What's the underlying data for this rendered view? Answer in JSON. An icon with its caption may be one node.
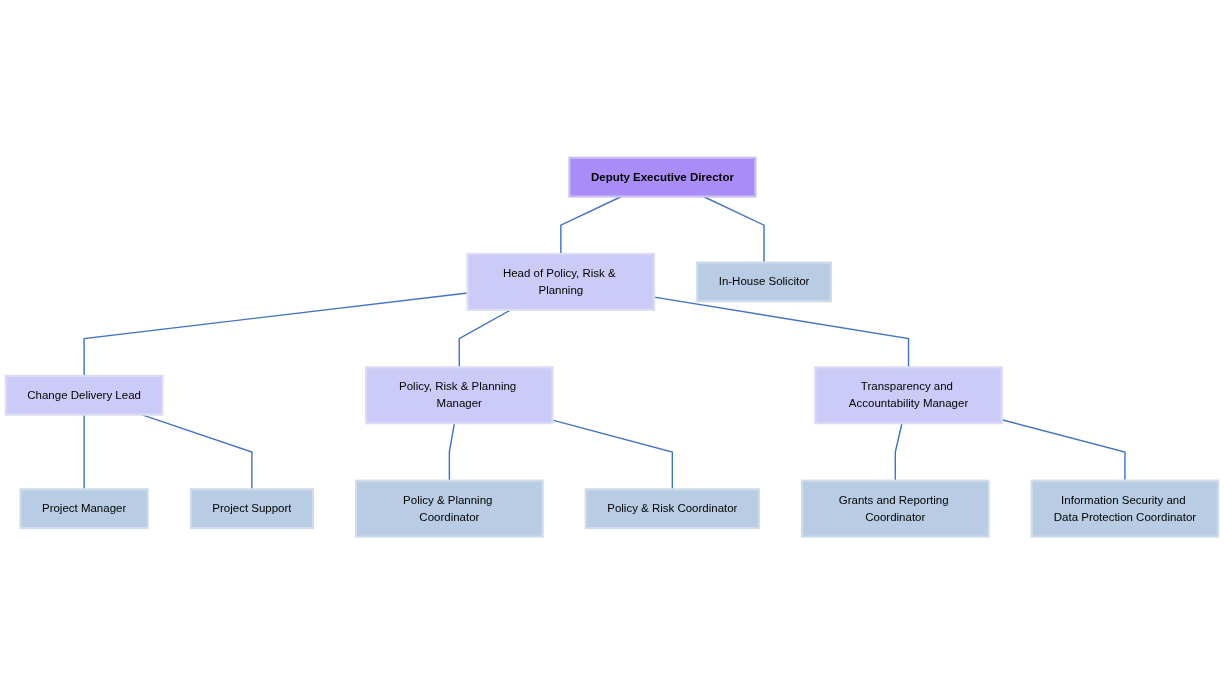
{
  "diagram": {
    "nodes": [
      {
        "text": [
          "Deputy Executive Director"
        ]
      },
      {
        "text": [
          "Head of Policy, Risk & Planning"
        ]
      },
      {
        "text": [
          "In-House Solicitor"
        ]
      },
      {
        "text": [
          "Change Delivery Lead"
        ]
      },
      {
        "text": [
          "Policy, Risk & Planning Manager"
        ]
      },
      {
        "text": [
          "Transparency and Accountability Manager"
        ]
      },
      {
        "text": [
          "Project Manager"
        ]
      },
      {
        "text": [
          "Project Support"
        ]
      },
      {
        "text": [
          "Policy & Planning Coordinator"
        ]
      },
      {
        "text": [
          "Policy & Risk Coordinator"
        ]
      },
      {
        "text": [
          "Grants and Reporting Coordinator"
        ]
      },
      {
        "text": [
          "Information Security and Data Protection Coordinator"
        ]
      }
    ],
    "edges": [
      {
        "from": 0,
        "to": 1,
        "arrow": "none"
      },
      {
        "from": 0,
        "to": 2,
        "arrow": "none"
      },
      {
        "from": 1,
        "to": 3,
        "arrow": "none"
      },
      {
        "from": 1,
        "to": 4,
        "arrow": "none"
      },
      {
        "from": 1,
        "to": 5,
        "arrow": "none"
      },
      {
        "from": 3,
        "to": 6,
        "arrow": "none"
      },
      {
        "from": 3,
        "to": 7,
        "arrow": "none"
      },
      {
        "from": 4,
        "to": 8,
        "arrow": "none"
      },
      {
        "from": 4,
        "to": 9,
        "arrow": "none"
      },
      {
        "from": 5,
        "to": 10,
        "arrow": "none"
      },
      {
        "from": 5,
        "to": 11,
        "arrow": "none"
      }
    ]
  }
}
